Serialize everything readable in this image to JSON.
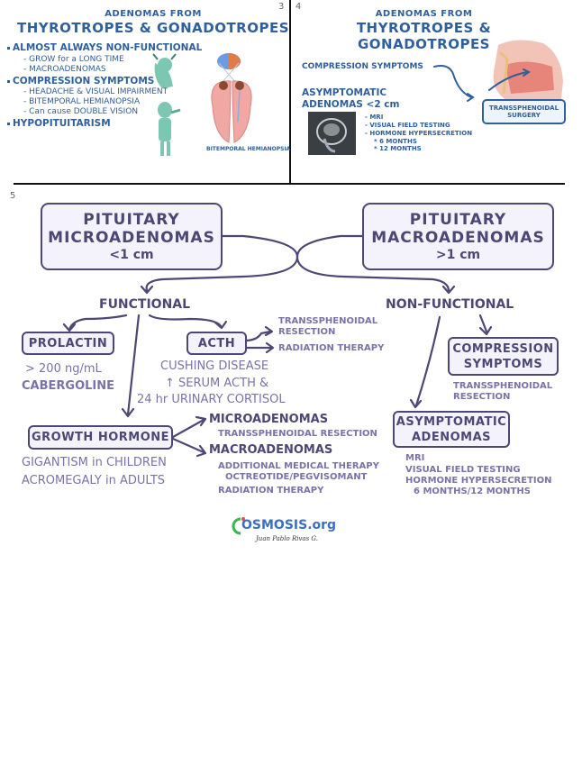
{
  "page_numbers": {
    "p3": "3",
    "p4": "4",
    "p5": "5"
  },
  "panel3": {
    "subtitle": "ADENOMAS FROM",
    "title": "THYROTROPES & GONADOTROPES",
    "bullets": [
      {
        "head": "ALMOST ALWAYS NON-FUNCTIONAL",
        "subs": [
          "- GROW for a LONG TIME",
          "- MACROADENOMAS"
        ]
      },
      {
        "head": "COMPRESSION SYMPTOMS",
        "subs": [
          "- HEADACHE & VISUAL IMPAIRMENT",
          "- BITEMPORAL HEMIANOPSIA",
          "- Can cause DOUBLE VISION"
        ]
      },
      {
        "head": "HYPOPITUITARISM",
        "subs": []
      }
    ],
    "illustration_caption": "BITEMPORAL HEMIANOPSIA"
  },
  "panel4": {
    "subtitle": "ADENOMAS FROM",
    "title": "THYROTROPES & GONADOTROPES",
    "compression": "COMPRESSION SYMPTOMS",
    "asymptomatic_1": "ASYMPTOMATIC",
    "asymptomatic_2": "ADENOMAS <2 cm",
    "items": [
      "- MRI",
      "- VISUAL FIELD TESTING",
      "- HORMONE HYPERSECRETION",
      "* 6 MONTHS",
      "* 12 MONTHS"
    ],
    "surgery_box_1": "TRANSSPHENOIDAL",
    "surgery_box_2": "SURGERY"
  },
  "panel5": {
    "micro_box": {
      "line1": "PITUITARY",
      "line2": "MICROADENOMAS",
      "line3": "<1 cm"
    },
    "macro_box": {
      "line1": "PITUITARY",
      "line2": "MACROADENOMAS",
      "line3": ">1 cm"
    },
    "functional": "FUNCTIONAL",
    "non_functional": "NON-FUNCTIONAL",
    "prolactin": {
      "label": "PROLACTIN",
      "line1": "> 200 ng/mL",
      "line2": "CABERGOLINE"
    },
    "acth": {
      "label": "ACTH",
      "branch1_1": "TRANSSPHENOIDAL",
      "branch1_2": "RESECTION",
      "branch2": "RADIATION THERAPY",
      "line1": "CUSHING DISEASE",
      "line2": "↑ SERUM ACTH &",
      "line3": "24 hr URINARY CORTISOL"
    },
    "growth": {
      "label": "GROWTH HORMONE",
      "line1": "GIGANTISM in CHILDREN",
      "line2": "ACROMEGALY in ADULTS",
      "micro": "MICROADENOMAS",
      "micro_tx": "TRANSSPHENOIDAL RESECTION",
      "macro": "MACROADENOMAS",
      "macro_tx1": "ADDITIONAL MEDICAL THERAPY",
      "macro_tx2": "OCTREOTIDE/PEGVISOMANT",
      "macro_tx3": "RADIATION THERAPY"
    },
    "compression": {
      "line1": "COMPRESSION",
      "line2": "SYMPTOMS",
      "tx1": "TRANSSPHENOIDAL",
      "tx2": "RESECTION"
    },
    "asymptomatic": {
      "line1": "ASYMPTOMATIC",
      "line2": "ADENOMAS",
      "items": [
        "MRI",
        "VISUAL FIELD TESTING",
        "HORMONE HYPERSECRETION",
        "6 MONTHS/12 MONTHS"
      ]
    }
  },
  "footer": {
    "logo": "OSMOSIS.org",
    "signature": "Juan Pablo Rivas G."
  }
}
